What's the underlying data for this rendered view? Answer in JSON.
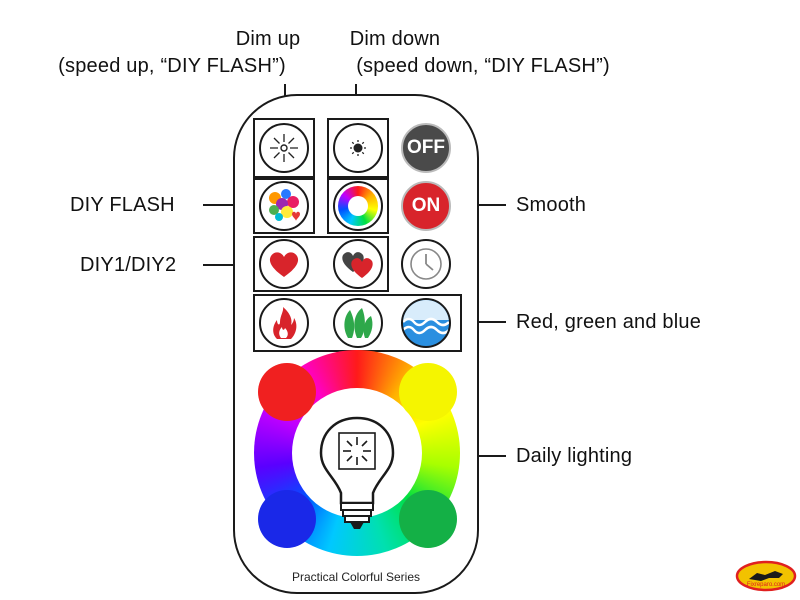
{
  "annotations": {
    "dim_up_title": "Dim up",
    "dim_up_sub": "(speed up, “DIY FLASH”)",
    "dim_down_title": "Dim down",
    "dim_down_sub": "(speed down, “DIY FLASH”)",
    "diy_flash": "DIY FLASH",
    "smooth": "Smooth",
    "diy12": "DIY1/DIY2",
    "rgb": "Red, green and blue",
    "daily": "Daily lighting"
  },
  "buttons": {
    "off_label": "OFF",
    "on_label": "ON"
  },
  "remote": {
    "series_label": "Practical Colorful Series"
  },
  "watermark": {
    "text": "Fixreparo.com"
  },
  "colors": {
    "off_button": "#4a4a4a",
    "on_button": "#d8242b",
    "heart_red": "#d8242b",
    "leaf_green": "#2ea84a",
    "wave_blue": "#1f7fd0",
    "color_red": "#f02020",
    "color_yellow": "#f5f500",
    "color_blue": "#1a28e8",
    "color_green": "#14b046"
  }
}
